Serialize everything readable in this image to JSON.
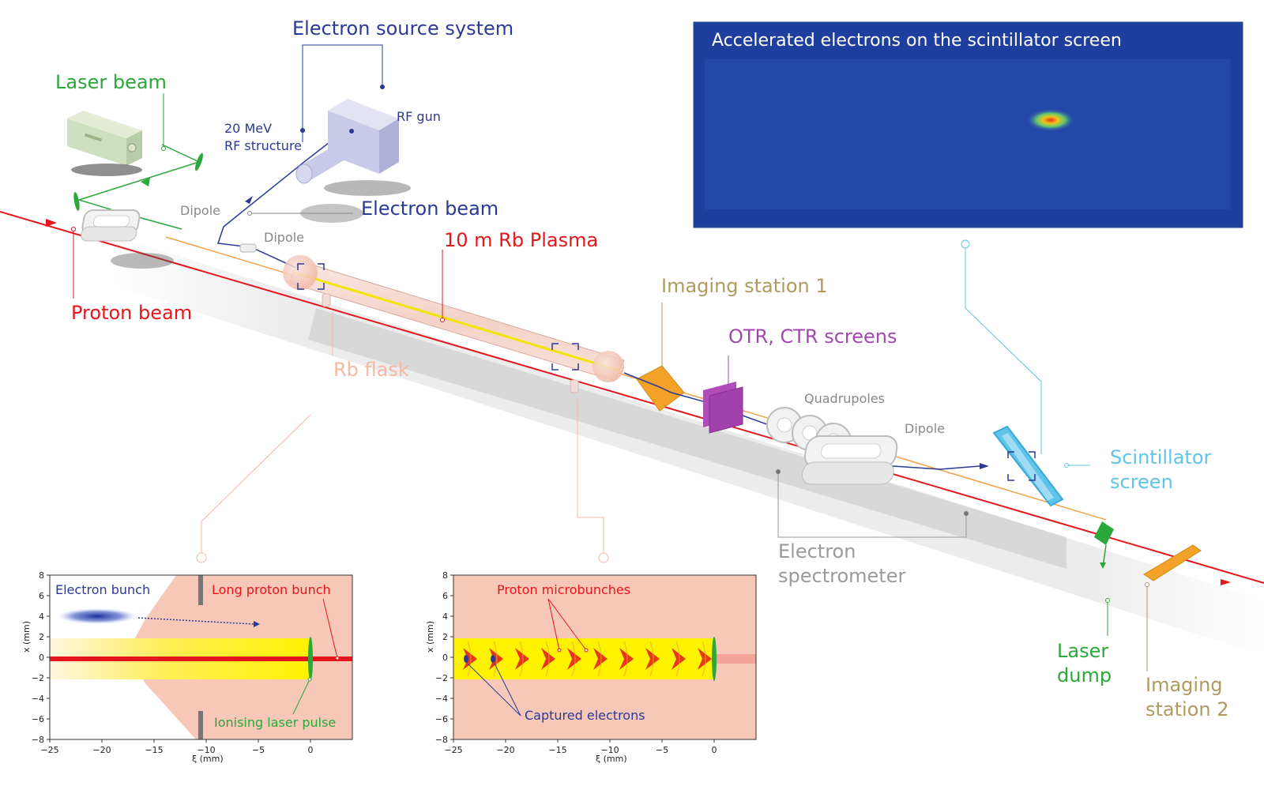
{
  "colors": {
    "proton": "#e3161b",
    "electron": "#2a3a96",
    "laser": "#2aa83a",
    "plasma": "#e8c8c0",
    "imaging": "#b09a5e",
    "otr": "#a347b0",
    "spectrometer": "#9a9a9a",
    "scintillator": "#5ec4ea",
    "rb": "#f3b9a3",
    "screenBg": "#1f3f9e"
  },
  "labels": {
    "electron_source_system": "Electron source system",
    "rf_gun": "RF gun",
    "rf_structure_1": "20 MeV",
    "rf_structure_2": "RF structure",
    "laser_beam": "Laser beam",
    "dipole_1": "Dipole",
    "dipole_2": "Dipole",
    "dipole_3": "Dipole",
    "electron_beam": "Electron beam",
    "rb_plasma": "10 m Rb Plasma",
    "proton_beam": "Proton beam",
    "rb_flask": "Rb flask",
    "imaging_station_1": "Imaging station 1",
    "otr_ctr": "OTR, CTR screens",
    "quadrupoles": "Quadrupoles",
    "scintillator_1": "Scintillator",
    "scintillator_2": "screen",
    "electron_spectrometer_1": "Electron",
    "electron_spectrometer_2": "spectrometer",
    "laser_dump_1": "Laser",
    "laser_dump_2": "dump",
    "imaging_station_2_1": "Imaging",
    "imaging_station_2_2": "station 2",
    "screen_title": "Accelerated electrons on the scintillator screen"
  },
  "plot_left": {
    "ylabel": "x (mm)",
    "xlabel": "ξ (mm)",
    "xticks": [
      "−25",
      "−20",
      "−15",
      "−10",
      "−5",
      "0"
    ],
    "yticks": [
      "8",
      "6",
      "4",
      "2",
      "0",
      "−2",
      "−4",
      "−6",
      "−8"
    ],
    "annotations": {
      "electron_bunch": "Electron bunch",
      "long_proton_bunch": "Long proton bunch",
      "ionising_laser_pulse": "Ionising laser pulse"
    }
  },
  "plot_right": {
    "ylabel": "x (mm)",
    "xlabel": "ξ (mm)",
    "xticks": [
      "−25",
      "−20",
      "−15",
      "−10",
      "−5",
      "0"
    ],
    "yticks": [
      "8",
      "6",
      "4",
      "2",
      "0",
      "−2",
      "−4",
      "−6",
      "−8"
    ],
    "annotations": {
      "proton_microbunches": "Proton microbunches",
      "captured_electrons": "Captured electrons"
    }
  }
}
